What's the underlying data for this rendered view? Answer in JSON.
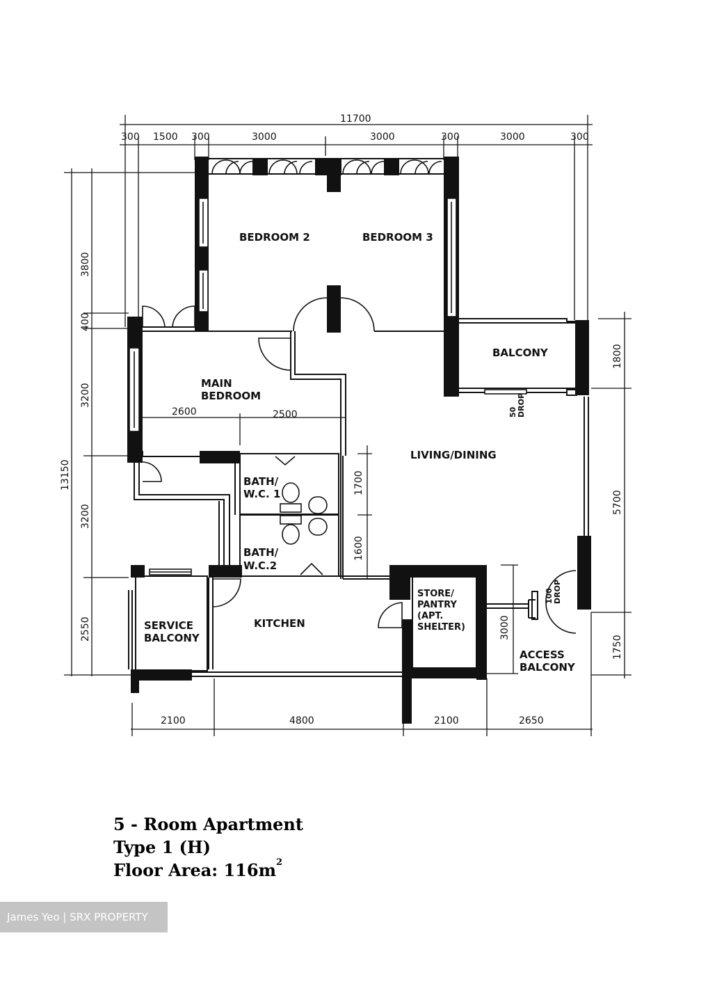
{
  "rooms": {
    "bedroom2": "BEDROOM 2",
    "bedroom3": "BEDROOM 3",
    "balcony": "BALCONY",
    "main_bedroom_1": "MAIN",
    "main_bedroom_2": "BEDROOM",
    "living_dining": "LIVING/DINING",
    "bath1_1": "BATH/",
    "bath1_2": "W.C. 1",
    "bath2_1": "BATH/",
    "bath2_2": "W.C.2",
    "service_balcony_1": "SERVICE",
    "service_balcony_2": "BALCONY",
    "kitchen": "KITCHEN",
    "store_1": "STORE/",
    "store_2": "PANTRY",
    "store_3": "(APT.",
    "store_4": "SHELTER)",
    "access_balcony_1": "ACCESS",
    "access_balcony_2": "BALCONY"
  },
  "notes": {
    "drop50_a": "50",
    "drop50_b": "DROP",
    "drop100_a": "100",
    "drop100_b": "DROP"
  },
  "dimensions": {
    "top_total": "11700",
    "top": [
      "300",
      "1500",
      "300",
      "3000",
      "3000",
      "300",
      "3000",
      "300"
    ],
    "bottom": [
      "2100",
      "4800",
      "2100",
      "2650"
    ],
    "left_total": "13150",
    "left": [
      "3800",
      "400",
      "3200",
      "3200",
      "2550"
    ],
    "right": [
      "1800",
      "5700",
      "1750"
    ],
    "inner": [
      "2600",
      "2500",
      "1700",
      "1600",
      "3000"
    ]
  },
  "caption": {
    "line1": "5 - Room Apartment",
    "line2": "Type 1 (H)",
    "line3_prefix": "Floor Area: 116m",
    "line3_sup": "2"
  },
  "watermark": "James Yeo | SRX PROPERTY"
}
